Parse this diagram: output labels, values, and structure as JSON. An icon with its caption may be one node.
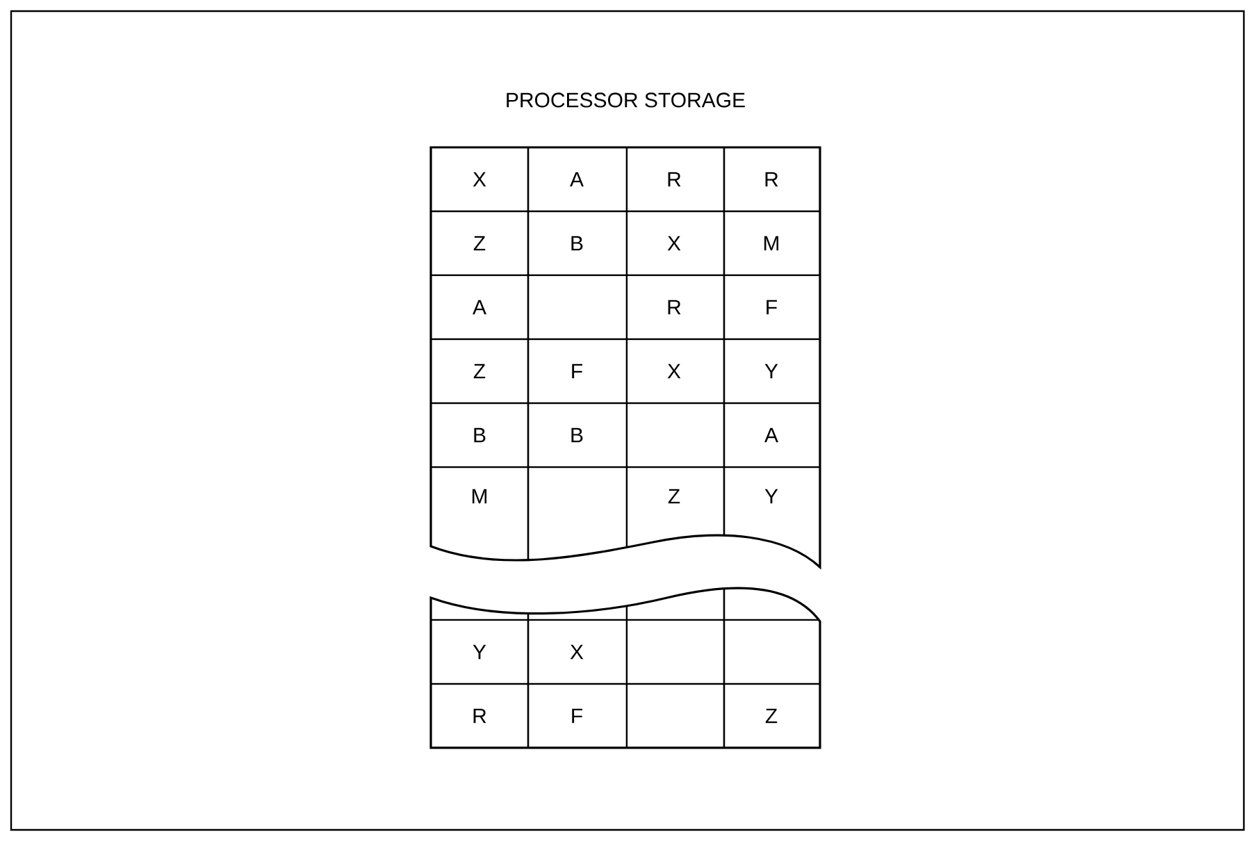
{
  "diagram": {
    "title": "PROCESSOR STORAGE",
    "labels": [
      "X",
      "A",
      "R",
      "R",
      "Z",
      "B",
      "X",
      "M",
      "A",
      "R",
      "F",
      "Z",
      "F",
      "X",
      "Y",
      "B",
      "B",
      "A",
      "M",
      "Z",
      "Y",
      "Y",
      "X",
      "R",
      "F",
      "Z"
    ]
  }
}
